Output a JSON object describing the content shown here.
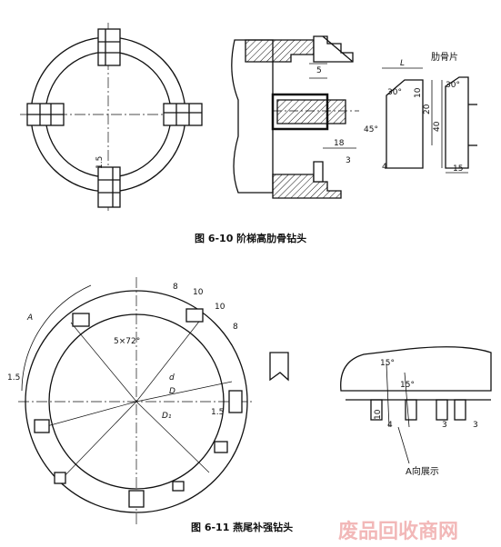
{
  "figures": [
    {
      "caption": "图 6-10   阶梯高肋骨钻头",
      "annotations": {
        "rib_piece": "肋骨片",
        "L": "L",
        "angle_30_left": "30°",
        "angle_30_right": "30°",
        "angle_45": "45°",
        "d5": "5",
        "d10": "10",
        "d20": "20",
        "d40": "40",
        "d18": "18",
        "d3": "3",
        "d4": "4",
        "d15_top": "1.5",
        "d15": "15"
      }
    },
    {
      "caption": "图 6-11   燕尾补强钻头",
      "annotations": {
        "A": "A",
        "d15_left": "1.5",
        "d15_right": "1.5",
        "d8_a": "8",
        "d10_a": "10",
        "d10_b": "10",
        "d8_b": "8",
        "angle_5x72": "5×72°",
        "d_small": "d",
        "D": "D",
        "D1": "D₁",
        "angle_15_a": "15°",
        "angle_15_b": "15°",
        "d10_v": "10",
        "d4_b": "4",
        "d3_a": "3",
        "d3_b": "3",
        "view_label": "A向展示"
      }
    }
  ],
  "watermark": "废品回收商网"
}
